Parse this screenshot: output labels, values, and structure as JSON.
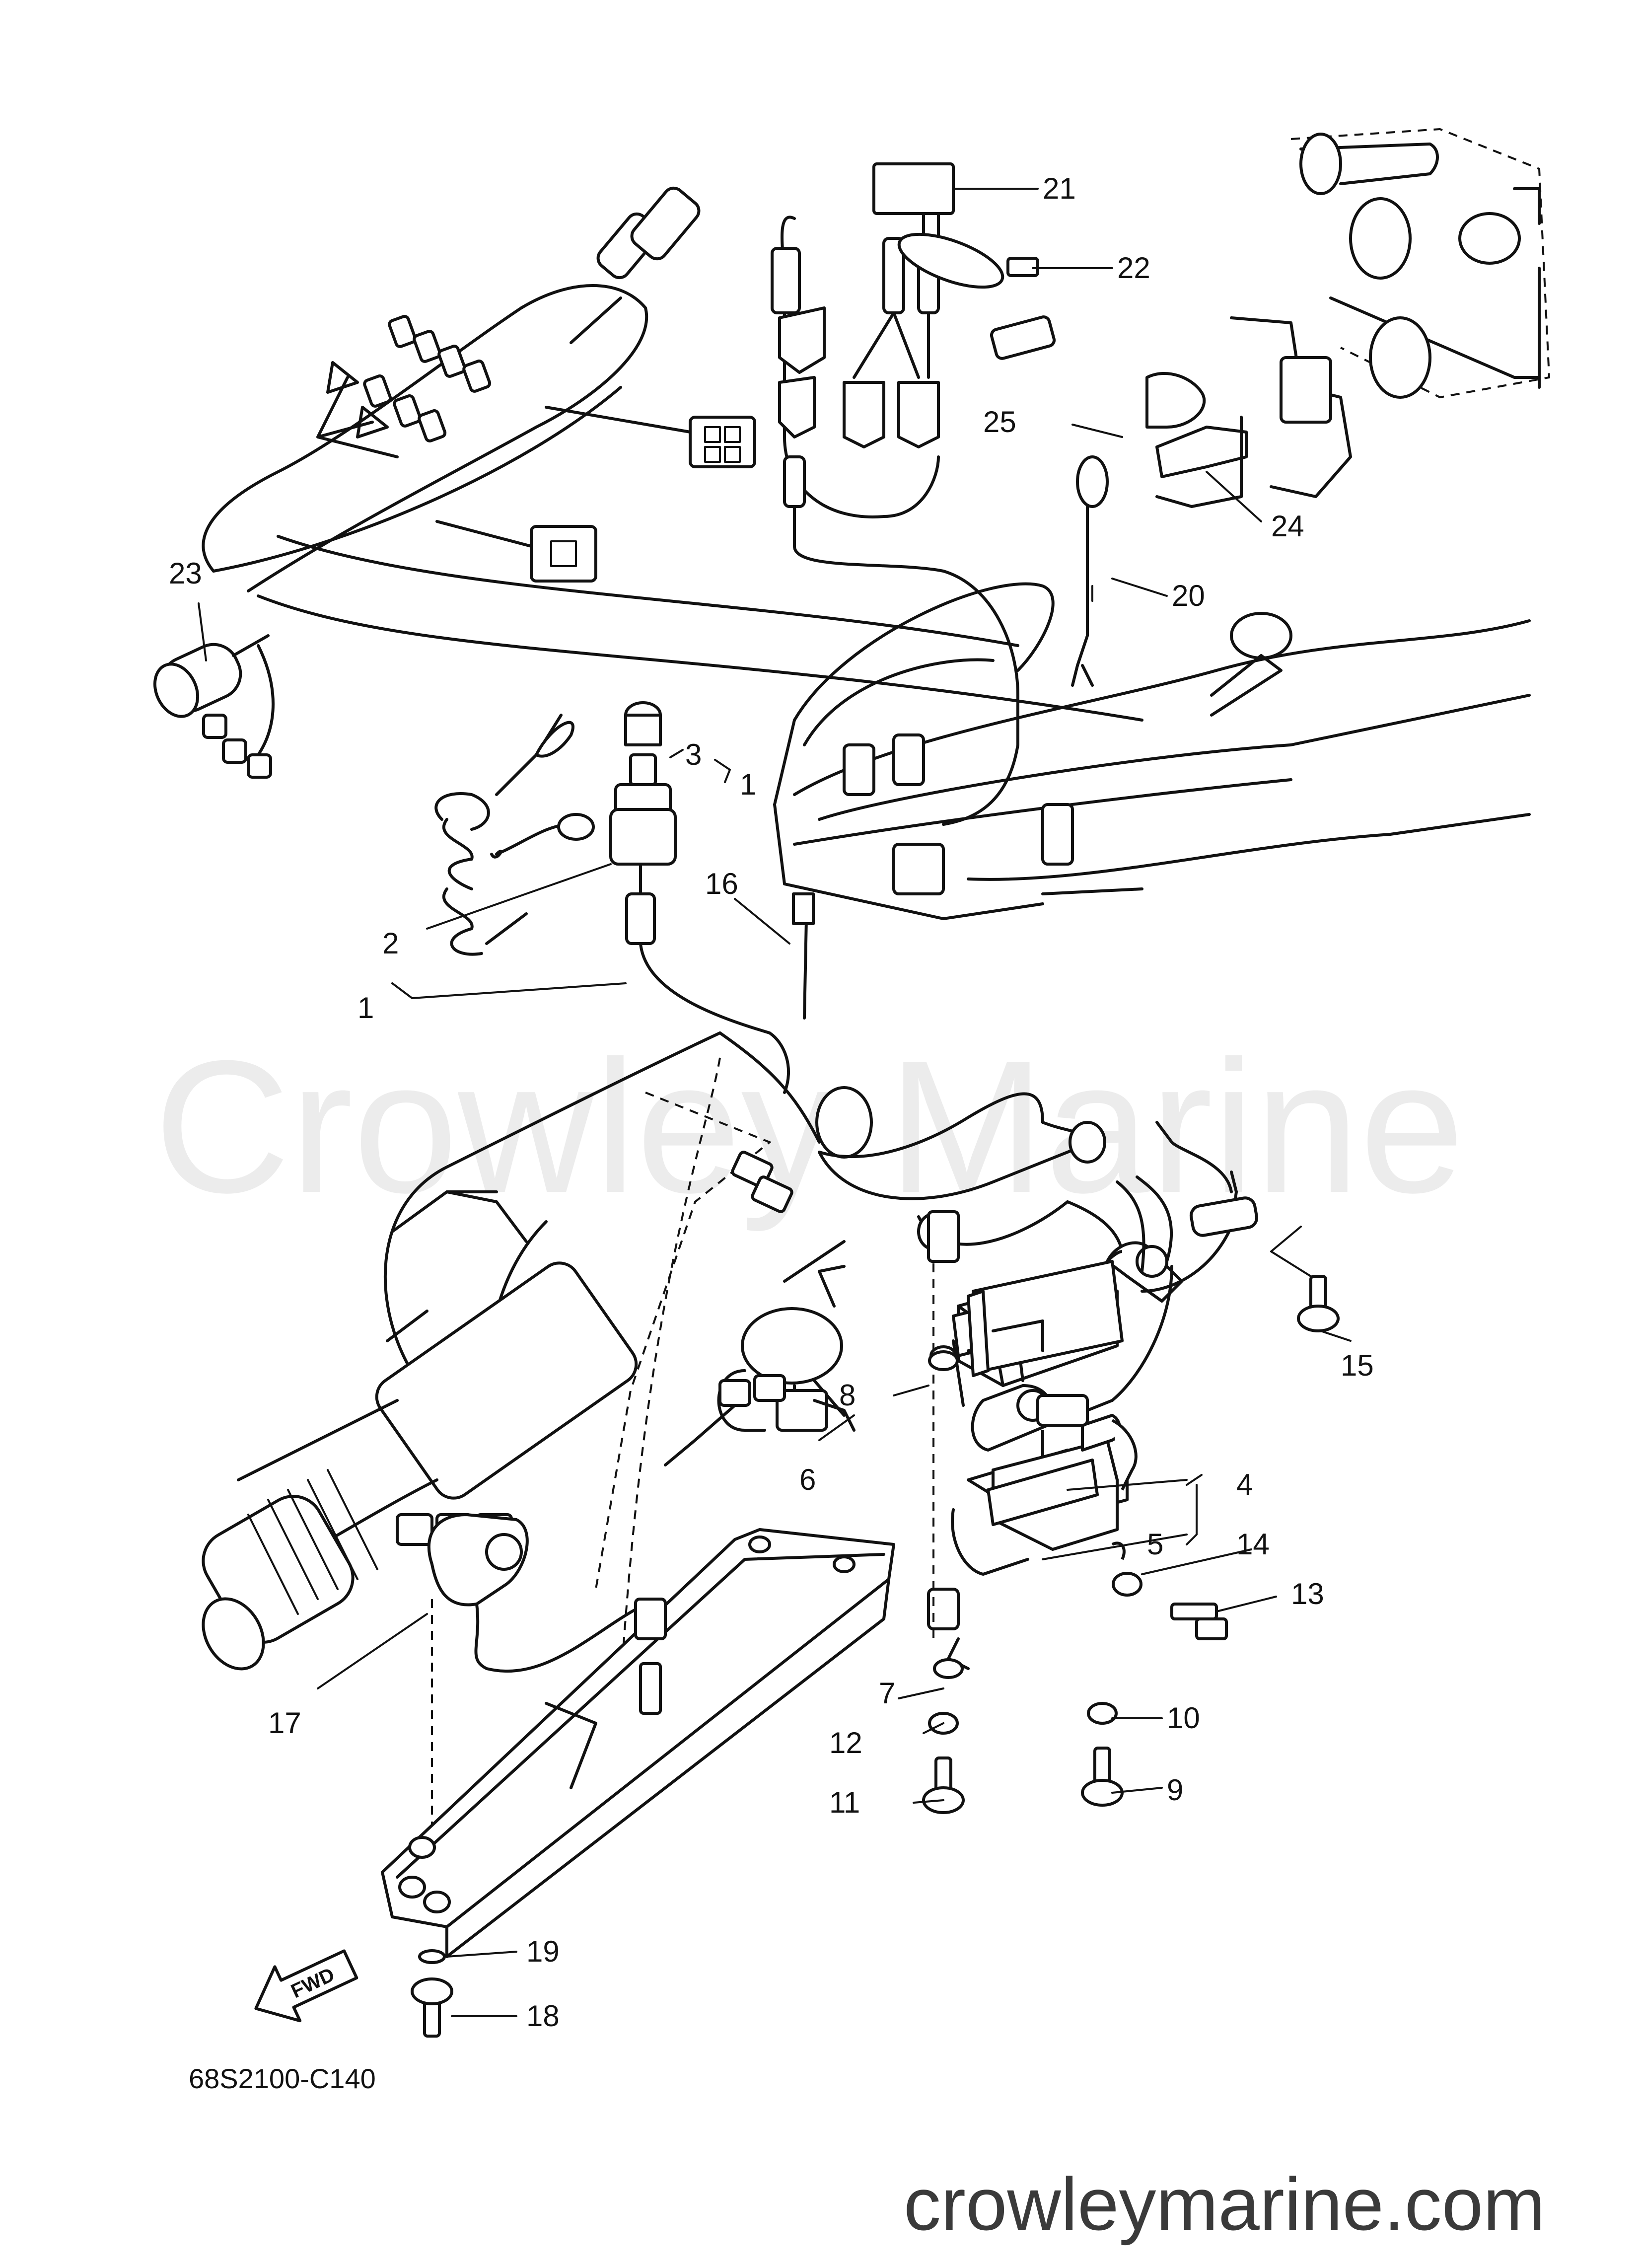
{
  "diagram": {
    "drawing_code": "68S2100-C140",
    "watermark": "Crowley Marine",
    "website": "crowleymarine.com",
    "fwd_label": "FWD",
    "callouts": {
      "c1a": "1",
      "c1b": "1",
      "c2": "2",
      "c3": "3",
      "c4": "4",
      "c5": "5",
      "c6": "6",
      "c7": "7",
      "c8": "8",
      "c9": "9",
      "c10": "10",
      "c11": "11",
      "c12": "12",
      "c13": "13",
      "c14": "14",
      "c15": "15",
      "c16": "16",
      "c17": "17",
      "c18": "18",
      "c19": "19",
      "c20": "20",
      "c21": "21",
      "c22": "22",
      "c23": "23",
      "c24": "24",
      "c25": "25"
    },
    "icons": {
      "fwd_arrow": "fwd-arrow-icon"
    }
  }
}
